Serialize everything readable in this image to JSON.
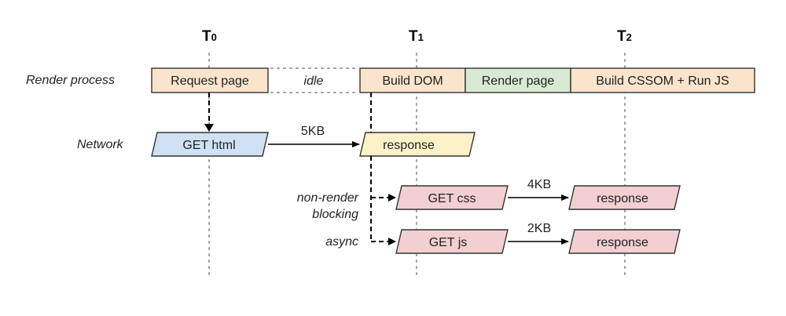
{
  "timeline": {
    "t0": {
      "main": "T",
      "sub": "0"
    },
    "t1": {
      "main": "T",
      "sub": "1"
    },
    "t2": {
      "main": "T",
      "sub": "2"
    }
  },
  "rows": {
    "render": "Render process",
    "network": "Network"
  },
  "render_process": {
    "request_page": "Request page",
    "idle": "idle",
    "build_dom": "Build DOM",
    "render_page": "Render page",
    "build_cssom": "Build CSSOM + Run JS"
  },
  "network": {
    "get_html": "GET html",
    "html_size": "5KB",
    "html_response": "response",
    "css_note_line1": "non-render",
    "css_note_line2": "blocking",
    "get_css": "GET css",
    "css_size": "4KB",
    "css_response": "response",
    "js_note": "async",
    "get_js": "GET js",
    "js_size": "2KB",
    "js_response": "response"
  },
  "colors": {
    "orange": "#fbe4cc",
    "green": "#d8ead3",
    "blue": "#cfe1f3",
    "yellow": "#fdf1c7",
    "pink": "#f2cfd1"
  }
}
